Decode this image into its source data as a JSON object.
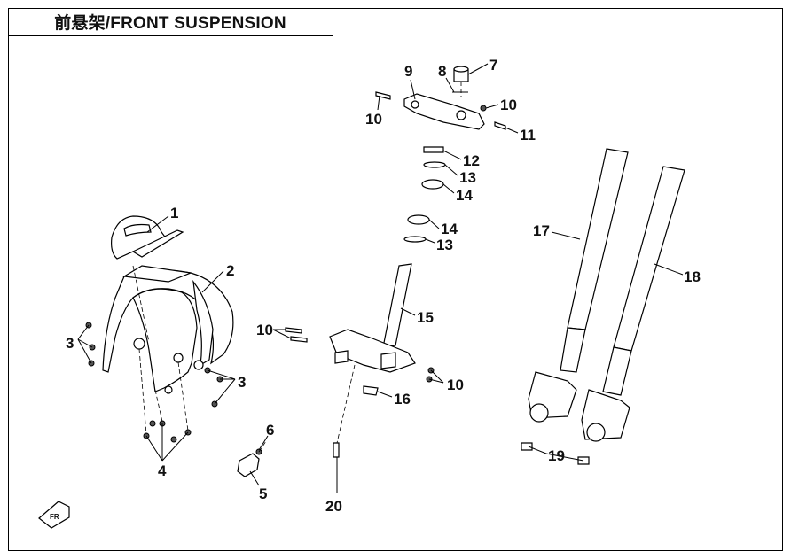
{
  "title": "前悬架/FRONT SUSPENSION",
  "callouts": [
    {
      "id": "1",
      "label": "1"
    },
    {
      "id": "2",
      "label": "2"
    },
    {
      "id": "3a",
      "label": "3"
    },
    {
      "id": "3b",
      "label": "3"
    },
    {
      "id": "4",
      "label": "4"
    },
    {
      "id": "5",
      "label": "5"
    },
    {
      "id": "6",
      "label": "6"
    },
    {
      "id": "7",
      "label": "7"
    },
    {
      "id": "8",
      "label": "8"
    },
    {
      "id": "9",
      "label": "9"
    },
    {
      "id": "10a",
      "label": "10"
    },
    {
      "id": "10b",
      "label": "10"
    },
    {
      "id": "10c",
      "label": "10"
    },
    {
      "id": "10d",
      "label": "10"
    },
    {
      "id": "11",
      "label": "11"
    },
    {
      "id": "12",
      "label": "12"
    },
    {
      "id": "13a",
      "label": "13"
    },
    {
      "id": "13b",
      "label": "13"
    },
    {
      "id": "14a",
      "label": "14"
    },
    {
      "id": "14b",
      "label": "14"
    },
    {
      "id": "15",
      "label": "15"
    },
    {
      "id": "16",
      "label": "16"
    },
    {
      "id": "17",
      "label": "17"
    },
    {
      "id": "18",
      "label": "18"
    },
    {
      "id": "19",
      "label": "19"
    },
    {
      "id": "20",
      "label": "20"
    }
  ]
}
